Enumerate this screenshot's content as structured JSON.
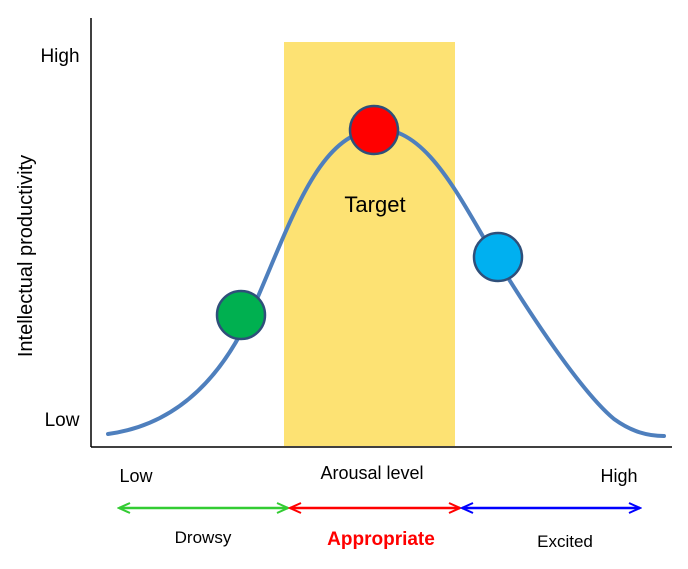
{
  "y_axis": {
    "label": "Intellectual  productivity",
    "high_label": "High",
    "low_label": "Low"
  },
  "x_axis": {
    "label": "Arousal level",
    "low_label": "Low",
    "high_label": "High"
  },
  "target_zone": {
    "label": "Target",
    "color": "#fde273"
  },
  "curve": {
    "color": "#4e7fbd"
  },
  "markers": [
    {
      "name": "drowsy-point",
      "color": "#00b050"
    },
    {
      "name": "target-point",
      "color": "#ff0000"
    },
    {
      "name": "excited-point",
      "color": "#00b0f0"
    }
  ],
  "ranges": [
    {
      "label": "Drowsy",
      "color": "#33cc33"
    },
    {
      "label": "Appropriate",
      "color": "#ff0000"
    },
    {
      "label": "Excited",
      "color": "#0000ff"
    }
  ]
}
